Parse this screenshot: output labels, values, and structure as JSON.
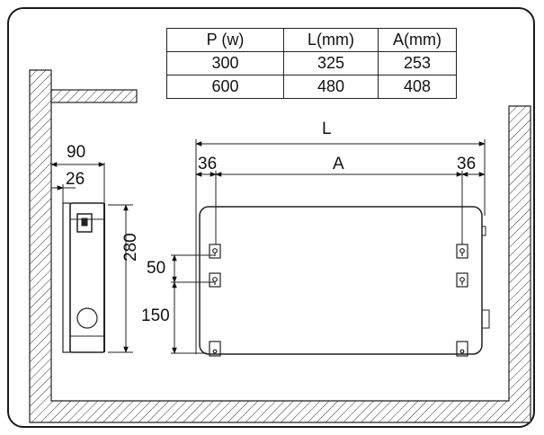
{
  "table": {
    "headers": [
      "P (w)",
      "L(mm)",
      "A(mm)"
    ],
    "rows": [
      [
        "300",
        "325",
        "253"
      ],
      [
        "600",
        "480",
        "408"
      ]
    ]
  },
  "dimensions": {
    "depth_total": "90",
    "depth_gap": "26",
    "height": "280",
    "length": "L",
    "hole_spacing": "A",
    "edge_left": "36",
    "edge_right": "36",
    "upper_pitch": "50",
    "lower_pitch": "150"
  }
}
